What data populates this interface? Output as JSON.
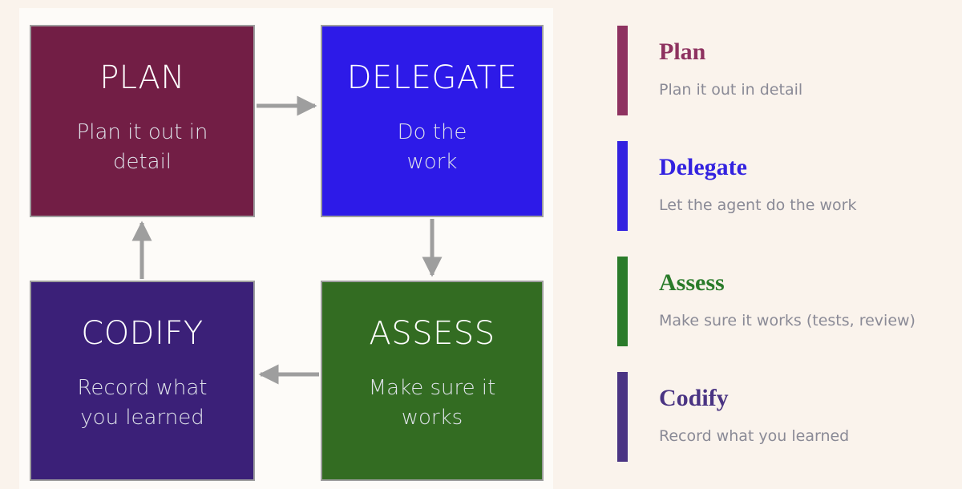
{
  "page": {
    "background_color": "#faf3ec",
    "panel_color": "#fdfbf8"
  },
  "diagram": {
    "type": "cycle-flowchart",
    "arrow_color": "#9e9e9e",
    "box_border_color": "#9e9e9e",
    "nodes": [
      {
        "id": "plan",
        "title": "PLAN",
        "desc": "Plan it out in\ndetail",
        "color": "#721e45",
        "title_color": "#ffffff",
        "desc_color": "#dfe3ea"
      },
      {
        "id": "delegate",
        "title": "DELEGATE",
        "desc": "Do the\nwork",
        "color": "#2d1ae8",
        "title_color": "#ffffff",
        "desc_color": "#dfe3ea"
      },
      {
        "id": "codify",
        "title": "CODIFY",
        "desc": "Record what\nyou learned",
        "color": "#3b2078",
        "title_color": "#ffffff",
        "desc_color": "#dfe3ea"
      },
      {
        "id": "assess",
        "title": "ASSESS",
        "desc": "Make sure it\nworks",
        "color": "#336c22",
        "title_color": "#ffffff",
        "desc_color": "#dfe3ea"
      }
    ],
    "edges": [
      {
        "from": "plan",
        "to": "delegate",
        "direction": "right"
      },
      {
        "from": "delegate",
        "to": "assess",
        "direction": "down"
      },
      {
        "from": "assess",
        "to": "codify",
        "direction": "left"
      },
      {
        "from": "codify",
        "to": "plan",
        "direction": "up"
      }
    ]
  },
  "legend": {
    "description_color": "#8a8a96",
    "items": [
      {
        "title": "Plan",
        "desc": "Plan it out in detail",
        "color": "#8e3260"
      },
      {
        "title": "Delegate",
        "desc": "Let the agent do the work",
        "color": "#3322e0"
      },
      {
        "title": "Assess",
        "desc": "Make sure it works (tests, review)",
        "color": "#2a7b2a"
      },
      {
        "title": "Codify",
        "desc": "Record what you learned",
        "color": "#4a3483"
      }
    ]
  }
}
